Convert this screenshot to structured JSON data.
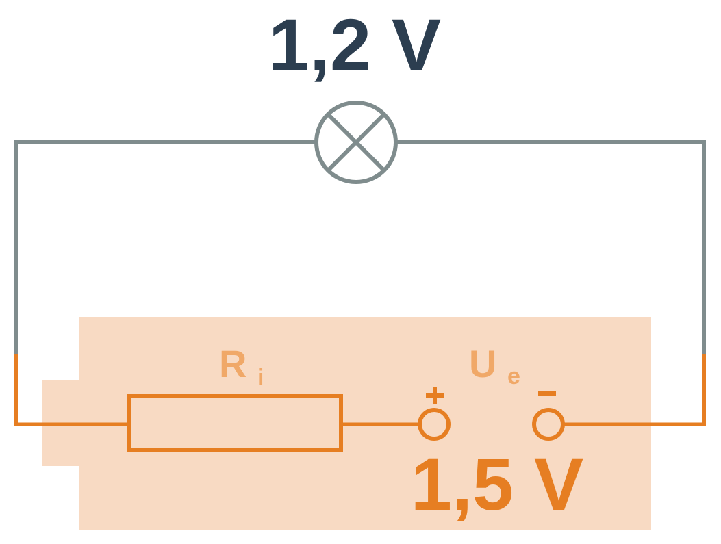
{
  "labels": {
    "lamp_voltage": "1,2 V",
    "source_voltage": "1,5 V",
    "internal_resistance_main": "R",
    "internal_resistance_sub": "i",
    "source_label_main": "U",
    "source_label_sub": "e",
    "plus_sign": "+",
    "minus_sign": "–"
  },
  "colors": {
    "wire_gray": "#7f8c8d",
    "source_orange": "#e67e22",
    "source_background": "#f8dac3",
    "label_light_orange": "#f0a868",
    "title_dark": "#2c3e50"
  },
  "icons": {
    "lamp": "lamp-cross-icon",
    "resistor": "resistor-rect-icon",
    "terminal": "terminal-circle-icon"
  }
}
